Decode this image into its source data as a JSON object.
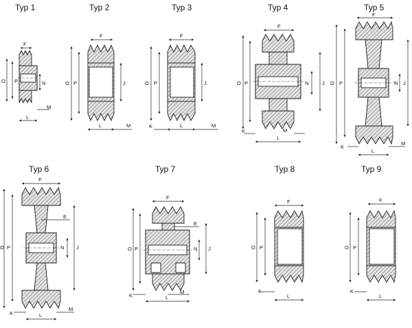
{
  "pulleys": [
    {
      "title": "Typ 1",
      "labels": {
        "F": "F",
        "O": "O",
        "P": "P",
        "N": "N",
        "L": "L",
        "M": "M"
      }
    },
    {
      "title": "Typ 2",
      "labels": {
        "F": "F",
        "O": "O",
        "P": "P",
        "J": "J",
        "L": "L",
        "M": "M"
      }
    },
    {
      "title": "Typ 3",
      "labels": {
        "F": "F",
        "O": "O",
        "P": "P",
        "J": "J",
        "K": "K",
        "L": "L",
        "M": "M"
      }
    },
    {
      "title": "Typ 4",
      "labels": {
        "F": "F",
        "O": "O",
        "P": "P",
        "N": "N",
        "J": "J",
        "K": "K",
        "L": "L",
        "M": "M"
      }
    },
    {
      "title": "Typ 5",
      "labels": {
        "F": "F",
        "O": "O",
        "P": "P",
        "N": "N",
        "J": "J",
        "K": "K",
        "L": "L",
        "M": "M"
      }
    },
    {
      "title": "Typ 6",
      "labels": {
        "F": "F",
        "E": "E",
        "O": "O",
        "P": "P",
        "N": "N",
        "J": "J",
        "K": "K",
        "L": "L",
        "M": "M"
      }
    },
    {
      "title": "Typ 7",
      "labels": {
        "F": "F",
        "E": "E",
        "O": "O",
        "P": "P",
        "N": "N",
        "J": "J",
        "K": "K",
        "L": "L",
        "M": "M"
      }
    },
    {
      "title": "Typ 8",
      "labels": {
        "F": "F",
        "O": "O",
        "P": "P",
        "K": "K",
        "L": "L"
      }
    },
    {
      "title": "Typ 9",
      "labels": {
        "F": "F",
        "O": "O",
        "P": "P",
        "K": "K",
        "L": "L"
      }
    }
  ]
}
